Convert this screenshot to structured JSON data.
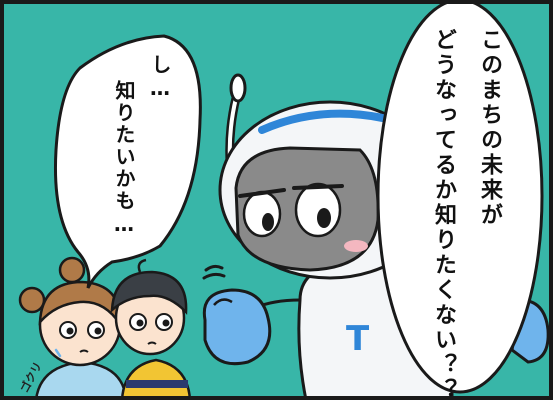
{
  "colors": {
    "background": "#38b6a8",
    "border": "#1a1a1a",
    "robot_body": "#f4f6f8",
    "robot_visor": "#8a8a8a",
    "robot_accent": "#2f86d8",
    "robot_mitten": "#6fb4ec",
    "girl_hair": "#b07a48",
    "boy_hair": "#3a3f45",
    "boy_shirt_yellow": "#f2c533",
    "boy_shirt_navy": "#2b3a6e",
    "girl_shirt": "#a9d8ef",
    "skin": "#fbe3cf"
  },
  "speech_right": {
    "line1": "このまちの未来が",
    "line2": "どうなってるか知りたくない？？"
  },
  "speech_left": {
    "line1": "し…",
    "line2": "知りたいかも…"
  },
  "sfx": {
    "gulp": "ゴクリ"
  }
}
